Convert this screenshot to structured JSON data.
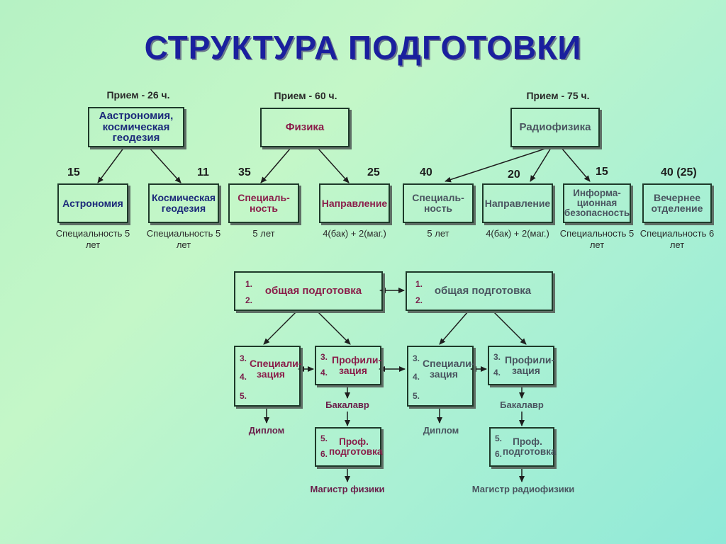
{
  "title": "СТРУКТУРА ПОДГОТОВКИ",
  "admissions": {
    "astro": "Прием - 26 ч.",
    "phys": "Прием - 60 ч.",
    "radio": "Прием - 75 ч."
  },
  "top_boxes": {
    "astro": "Аастрономия, космическая геодезия",
    "phys": "Физика",
    "radio": "Радиофизика"
  },
  "counts": {
    "astronomy": "15",
    "geodesy": "11",
    "phys_spec": "35",
    "phys_dir": "25",
    "radio_spec": "40",
    "radio_dir": "20",
    "infosec": "15",
    "evening": "40 (25)"
  },
  "second_boxes": {
    "astronomy": "Астрономия",
    "geodesy": "Космическая геодезия",
    "phys_spec": "Специаль-ность",
    "phys_dir": "Направление",
    "radio_spec": "Специаль-ность",
    "radio_dir": "Направление",
    "infosec": "Информа-ционная безопасность",
    "evening": "Вечернее отделение"
  },
  "durations": {
    "astronomy": "Специальность 5 лет",
    "geodesy": "Специальность 5 лет",
    "phys_spec": "5 лет",
    "phys_dir": "4(бак) + 2(маг.)",
    "radio_spec": "5 лет",
    "radio_dir": "4(бак) + 2(маг.)",
    "infosec": "Специальность 5 лет",
    "evening": "Специальность 6 лет"
  },
  "general": {
    "label": "общая подготовка",
    "d1": "1.",
    "d2": "2."
  },
  "spec": {
    "label": "Специали-зация",
    "d3": "3.",
    "d4": "4.",
    "d5": "5."
  },
  "prof": {
    "label": "Профили-зация",
    "d3": "3.",
    "d4": "4."
  },
  "profprep": {
    "label": "Проф. подготовка",
    "d5": "5.",
    "d6": "6."
  },
  "outcomes": {
    "diploma": "Диплом",
    "bachelor": "Бакалавр",
    "master_phys": "Магистр физики",
    "master_radio": "Магистр радиофизики"
  }
}
